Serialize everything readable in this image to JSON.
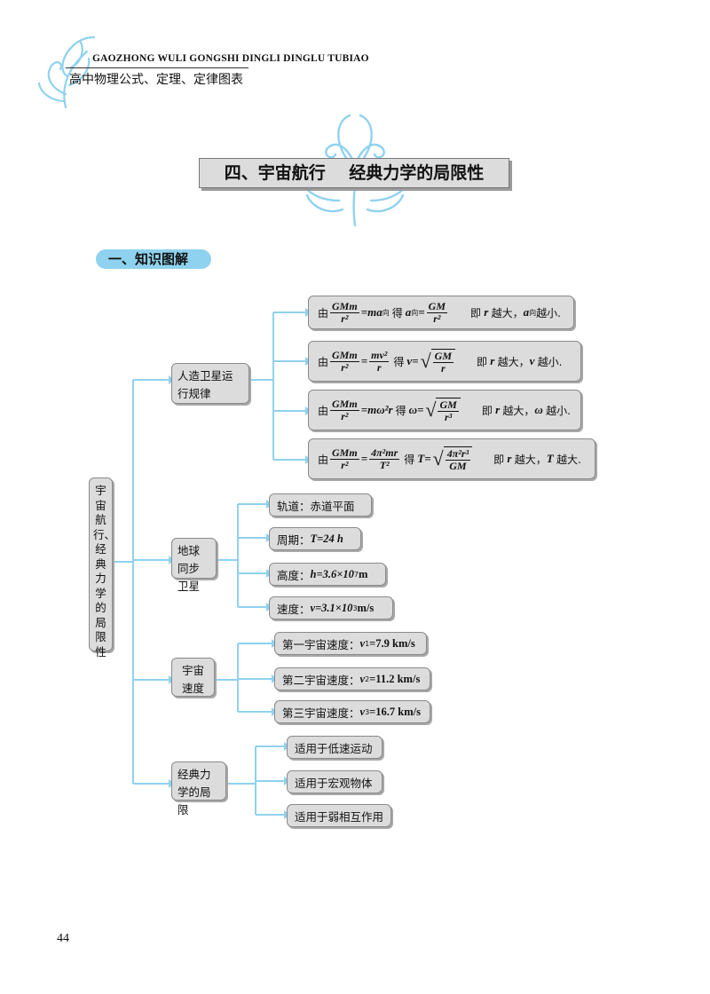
{
  "header": {
    "pinyin_title": "GAOZHONG WULI GONGSHI DINGLI DINGLU TUBIAO",
    "cn_title": "高中物理公式、定理、定律图表"
  },
  "page_title": "四、宇宙航行    经典力学的局限性",
  "section_label": "一、知识图解",
  "root": "宇宙航行、经典力学的局限性",
  "categories": [
    {
      "label": "人造卫星运行规律",
      "formulas": [
        {
          "lead": "由",
          "lhs_num": "GMm",
          "lhs_den": "r²",
          "eq1": "=ma",
          "eq1_sub": "向",
          "get": "得",
          "res_var": "a",
          "res_sub": "向",
          "res_eq": "=",
          "res_num": "GM",
          "res_den": "r²",
          "conclusion_prefix": "即",
          "conclusion_var1": "r",
          "conclusion_mid": "越大，",
          "conclusion_var2": "a",
          "conclusion_sub": "向",
          "conclusion_end": "越小."
        },
        {
          "lead": "由",
          "lhs_num": "GMm",
          "lhs_den": "r²",
          "eq_num": "mv²",
          "eq_den": "r",
          "get": "得",
          "res_var": "v=",
          "root_num": "GM",
          "root_den": "r",
          "conclusion_prefix": "即",
          "conclusion_var1": "r",
          "conclusion_mid": "越大，",
          "conclusion_var2": "v",
          "conclusion_end": "越小."
        },
        {
          "lead": "由",
          "lhs_num": "GMm",
          "lhs_den": "r²",
          "eq1": "=mω²r",
          "get": "得",
          "res_var": "ω=",
          "root_num": "GM",
          "root_den": "r³",
          "conclusion_prefix": "即",
          "conclusion_var1": "r",
          "conclusion_mid": "越大，",
          "conclusion_var2": "ω",
          "conclusion_end": "越小."
        },
        {
          "lead": "由",
          "lhs_num": "GMm",
          "lhs_den": "r²",
          "eq_num": "4π²mr",
          "eq_den": "T²",
          "get": "得",
          "res_var": "T=",
          "root_num": "4π²r³",
          "root_den": "GM",
          "conclusion_prefix": "即",
          "conclusion_var1": "r",
          "conclusion_mid": "越大，",
          "conclusion_var2": "T",
          "conclusion_end": "越大."
        }
      ]
    },
    {
      "label": "地球同步卫星",
      "items": [
        {
          "name": "轨道：",
          "value": "赤道平面"
        },
        {
          "name": "周期：",
          "value": "T=24 h"
        },
        {
          "name": "高度：",
          "value": "h=3.6×10",
          "sup": "7",
          "tail": " m"
        },
        {
          "name": "速度：",
          "value": "v=3.1×10",
          "sup": "3",
          "tail": " m/s"
        }
      ]
    },
    {
      "label": "宇宙速度",
      "items": [
        {
          "name": "第一宇宙速度：",
          "var": "v",
          "sub": "1",
          "value": "=7.9 km/s"
        },
        {
          "name": "第二宇宙速度：",
          "var": "v",
          "sub": "2",
          "value": "=11.2 km/s"
        },
        {
          "name": "第三宇宙速度：",
          "var": "v",
          "sub": "3",
          "value": "=16.7 km/s"
        }
      ]
    },
    {
      "label": "经典力学的局限",
      "items": [
        {
          "text": "适用于低速运动"
        },
        {
          "text": "适用于宏观物体"
        },
        {
          "text": "适用于弱相互作用"
        }
      ]
    }
  ],
  "page_number": "44",
  "colors": {
    "connector": "#8fd2ef",
    "box_fill": "#dcdcdc",
    "pill": "#8fd2ef",
    "ornament": "#8fd2ef"
  }
}
